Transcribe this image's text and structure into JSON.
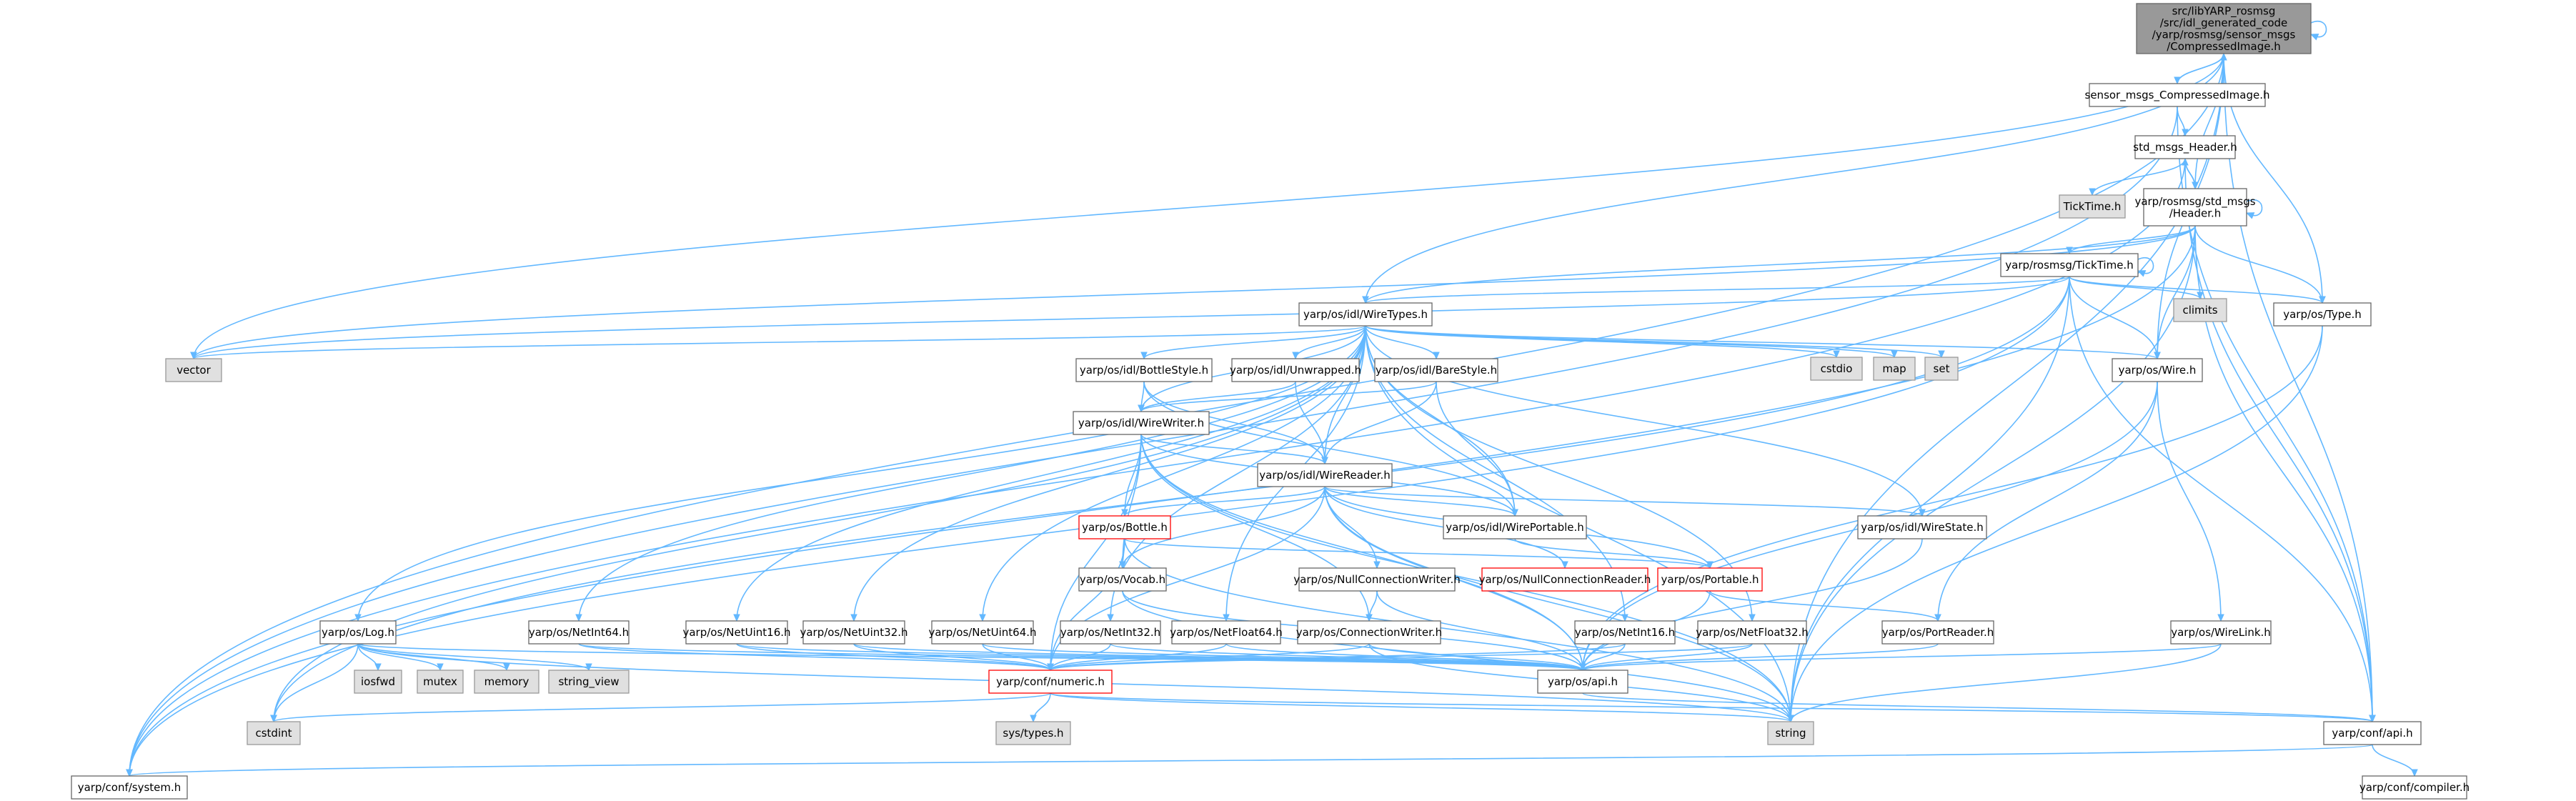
{
  "diagram": {
    "colors": {
      "edge": "#63b8ff",
      "nodeBorder": "#666666",
      "nodeFill": "#ffffff",
      "systemFill": "#e0e0e0",
      "systemBorder": "#999999",
      "focusFill": "#999999",
      "missingBorder": "#ff0000"
    },
    "nodes": [
      {
        "id": "root",
        "kind": "focus",
        "lines": [
          "src/libYARP_rosmsg",
          "/src/idl_generated_code",
          "/yarp/rosmsg/sensor_msgs",
          "/CompressedImage.h"
        ]
      },
      {
        "id": "scimg",
        "kind": "normal",
        "lines": [
          "sensor_msgs_CompressedImage.h"
        ]
      },
      {
        "id": "smh",
        "kind": "normal",
        "lines": [
          "std_msgs_Header.h"
        ]
      },
      {
        "id": "tickh",
        "kind": "system",
        "lines": [
          "TickTime.h"
        ]
      },
      {
        "id": "rhdr",
        "kind": "normal",
        "lines": [
          "yarp/rosmsg/std_msgs",
          "/Header.h"
        ]
      },
      {
        "id": "rtick",
        "kind": "normal",
        "lines": [
          "yarp/rosmsg/TickTime.h"
        ]
      },
      {
        "id": "climits",
        "kind": "system",
        "lines": [
          "climits"
        ]
      },
      {
        "id": "type",
        "kind": "normal",
        "lines": [
          "yarp/os/Type.h"
        ]
      },
      {
        "id": "wtypes",
        "kind": "normal",
        "lines": [
          "yarp/os/idl/WireTypes.h"
        ]
      },
      {
        "id": "vector",
        "kind": "system",
        "lines": [
          "vector"
        ]
      },
      {
        "id": "cstdio",
        "kind": "system",
        "lines": [
          "cstdio"
        ]
      },
      {
        "id": "map",
        "kind": "system",
        "lines": [
          "map"
        ]
      },
      {
        "id": "set",
        "kind": "system",
        "lines": [
          "set"
        ]
      },
      {
        "id": "wire",
        "kind": "normal",
        "lines": [
          "yarp/os/Wire.h"
        ]
      },
      {
        "id": "bstyle",
        "kind": "normal",
        "lines": [
          "yarp/os/idl/BottleStyle.h"
        ]
      },
      {
        "id": "unwrap",
        "kind": "normal",
        "lines": [
          "yarp/os/idl/Unwrapped.h"
        ]
      },
      {
        "id": "bare",
        "kind": "normal",
        "lines": [
          "yarp/os/idl/BareStyle.h"
        ]
      },
      {
        "id": "wwriter",
        "kind": "normal",
        "lines": [
          "yarp/os/idl/WireWriter.h"
        ]
      },
      {
        "id": "wreader",
        "kind": "normal",
        "lines": [
          "yarp/os/idl/WireReader.h"
        ]
      },
      {
        "id": "bottle",
        "kind": "missing",
        "lines": [
          "yarp/os/Bottle.h"
        ]
      },
      {
        "id": "wportable",
        "kind": "normal",
        "lines": [
          "yarp/os/idl/WirePortable.h"
        ]
      },
      {
        "id": "wstate",
        "kind": "normal",
        "lines": [
          "yarp/os/idl/WireState.h"
        ]
      },
      {
        "id": "vocab",
        "kind": "normal",
        "lines": [
          "yarp/os/Vocab.h"
        ]
      },
      {
        "id": "nullcw",
        "kind": "normal",
        "lines": [
          "yarp/os/NullConnectionWriter.h"
        ]
      },
      {
        "id": "nullcr",
        "kind": "missing",
        "lines": [
          "yarp/os/NullConnectionReader.h"
        ]
      },
      {
        "id": "portable",
        "kind": "missing",
        "lines": [
          "yarp/os/Portable.h"
        ]
      },
      {
        "id": "log",
        "kind": "normal",
        "lines": [
          "yarp/os/Log.h"
        ]
      },
      {
        "id": "ni64",
        "kind": "normal",
        "lines": [
          "yarp/os/NetInt64.h"
        ]
      },
      {
        "id": "nu16",
        "kind": "normal",
        "lines": [
          "yarp/os/NetUint16.h"
        ]
      },
      {
        "id": "nu32",
        "kind": "normal",
        "lines": [
          "yarp/os/NetUint32.h"
        ]
      },
      {
        "id": "nu64",
        "kind": "normal",
        "lines": [
          "yarp/os/NetUint64.h"
        ]
      },
      {
        "id": "ni32",
        "kind": "normal",
        "lines": [
          "yarp/os/NetInt32.h"
        ]
      },
      {
        "id": "nf64",
        "kind": "normal",
        "lines": [
          "yarp/os/NetFloat64.h"
        ]
      },
      {
        "id": "cwriter",
        "kind": "normal",
        "lines": [
          "yarp/os/ConnectionWriter.h"
        ]
      },
      {
        "id": "ni16",
        "kind": "normal",
        "lines": [
          "yarp/os/NetInt16.h"
        ]
      },
      {
        "id": "nf32",
        "kind": "normal",
        "lines": [
          "yarp/os/NetFloat32.h"
        ]
      },
      {
        "id": "preader",
        "kind": "normal",
        "lines": [
          "yarp/os/PortReader.h"
        ]
      },
      {
        "id": "wlink",
        "kind": "normal",
        "lines": [
          "yarp/os/WireLink.h"
        ]
      },
      {
        "id": "iosfwd",
        "kind": "system",
        "lines": [
          "iosfwd"
        ]
      },
      {
        "id": "mutex",
        "kind": "system",
        "lines": [
          "mutex"
        ]
      },
      {
        "id": "memory",
        "kind": "system",
        "lines": [
          "memory"
        ]
      },
      {
        "id": "strview",
        "kind": "system",
        "lines": [
          "string_view"
        ]
      },
      {
        "id": "numeric",
        "kind": "missing",
        "lines": [
          "yarp/conf/numeric.h"
        ]
      },
      {
        "id": "osapi",
        "kind": "normal",
        "lines": [
          "yarp/os/api.h"
        ]
      },
      {
        "id": "cstdint",
        "kind": "system",
        "lines": [
          "cstdint"
        ]
      },
      {
        "id": "systypes",
        "kind": "system",
        "lines": [
          "sys/types.h"
        ]
      },
      {
        "id": "string",
        "kind": "system",
        "lines": [
          "string"
        ]
      },
      {
        "id": "confapi",
        "kind": "normal",
        "lines": [
          "yarp/conf/api.h"
        ]
      },
      {
        "id": "confsys",
        "kind": "normal",
        "lines": [
          "yarp/conf/system.h"
        ]
      },
      {
        "id": "compiler",
        "kind": "normal",
        "lines": [
          "yarp/conf/compiler.h"
        ]
      }
    ]
  }
}
